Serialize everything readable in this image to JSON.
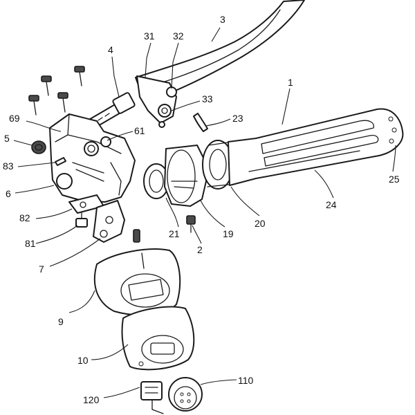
{
  "reference_numerals": {
    "n1": "1",
    "n2": "2",
    "n3": "3",
    "n4": "4",
    "n5": "5",
    "n6": "6",
    "n7": "7",
    "n9": "9",
    "n10": "10",
    "n19": "19",
    "n20": "20",
    "n21": "21",
    "n23": "23",
    "n24": "24",
    "n25": "25",
    "n31": "31",
    "n32": "32",
    "n33": "33",
    "n61": "61",
    "n69": "69",
    "n81": "81",
    "n82": "82",
    "n83": "83",
    "n110": "110",
    "n120": "120"
  }
}
